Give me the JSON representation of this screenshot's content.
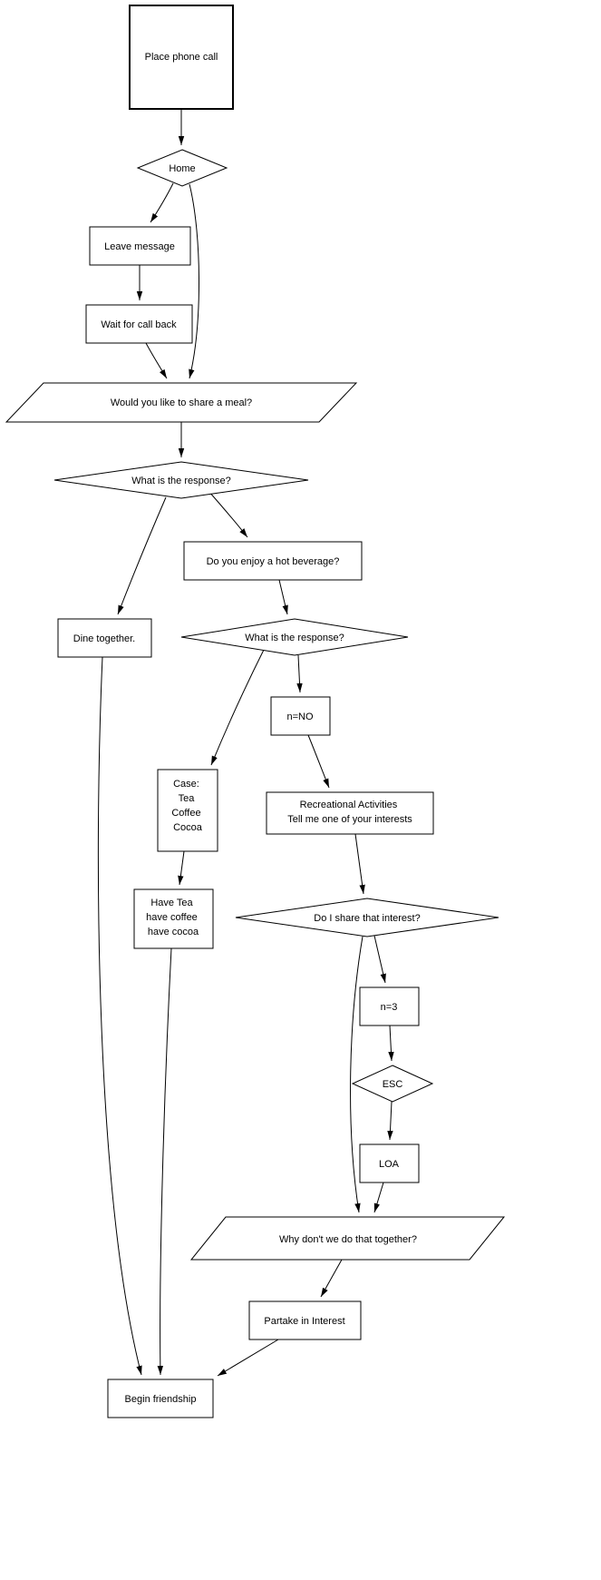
{
  "diagram": {
    "type": "flowchart",
    "background_color": "#ffffff",
    "line_color": "#000000",
    "node_fill": "#ffffff",
    "nodes": {
      "place_phone_call": {
        "label": "Place phone call",
        "shape": "rect",
        "emphasis": "bold-border"
      },
      "home": {
        "label": "Home",
        "shape": "diamond"
      },
      "leave_message": {
        "label": "Leave message",
        "shape": "rect"
      },
      "wait_for_call_back": {
        "label": "Wait for call back",
        "shape": "rect"
      },
      "share_meal": {
        "label": "Would you like to share a meal?",
        "shape": "parallelogram"
      },
      "response_1": {
        "label": "What is the response?",
        "shape": "diamond"
      },
      "hot_beverage": {
        "label": "Do you enjoy a hot beverage?",
        "shape": "rect"
      },
      "dine_together": {
        "label": "Dine together.",
        "shape": "rect"
      },
      "response_2": {
        "label": "What is the response?",
        "shape": "diamond"
      },
      "n_no": {
        "label": "n=NO",
        "shape": "rect"
      },
      "case_beverages": {
        "lines": [
          "Case:",
          "Tea",
          "Coffee",
          "Cocoa"
        ],
        "shape": "rect"
      },
      "recreational": {
        "lines": [
          "Recreational Activities",
          "Tell me one of your interests"
        ],
        "shape": "rect"
      },
      "have_beverage": {
        "lines": [
          "Have Tea",
          "have coffee",
          "have cocoa"
        ],
        "shape": "rect"
      },
      "share_interest": {
        "label": "Do I share that interest?",
        "shape": "diamond"
      },
      "n_3": {
        "label": "n=3",
        "shape": "rect"
      },
      "esc": {
        "label": "ESC",
        "shape": "diamond"
      },
      "loa": {
        "label": "LOA",
        "shape": "rect"
      },
      "why_together": {
        "label": "Why don't we do that together?",
        "shape": "parallelogram"
      },
      "partake": {
        "label": "Partake in Interest",
        "shape": "rect"
      },
      "begin_friendship": {
        "label": "Begin friendship",
        "shape": "rect"
      }
    },
    "edges": [
      {
        "from": "place_phone_call",
        "to": "home"
      },
      {
        "from": "home",
        "to": "leave_message"
      },
      {
        "from": "home",
        "to": "share_meal"
      },
      {
        "from": "leave_message",
        "to": "wait_for_call_back"
      },
      {
        "from": "wait_for_call_back",
        "to": "share_meal"
      },
      {
        "from": "share_meal",
        "to": "response_1"
      },
      {
        "from": "response_1",
        "to": "hot_beverage"
      },
      {
        "from": "response_1",
        "to": "dine_together"
      },
      {
        "from": "hot_beverage",
        "to": "response_2"
      },
      {
        "from": "response_2",
        "to": "n_no"
      },
      {
        "from": "response_2",
        "to": "case_beverages"
      },
      {
        "from": "n_no",
        "to": "recreational"
      },
      {
        "from": "case_beverages",
        "to": "have_beverage"
      },
      {
        "from": "recreational",
        "to": "share_interest"
      },
      {
        "from": "share_interest",
        "to": "n_3"
      },
      {
        "from": "share_interest",
        "to": "why_together"
      },
      {
        "from": "n_3",
        "to": "esc"
      },
      {
        "from": "esc",
        "to": "loa"
      },
      {
        "from": "loa",
        "to": "why_together"
      },
      {
        "from": "why_together",
        "to": "partake"
      },
      {
        "from": "partake",
        "to": "begin_friendship"
      },
      {
        "from": "dine_together",
        "to": "begin_friendship"
      },
      {
        "from": "have_beverage",
        "to": "begin_friendship"
      }
    ]
  }
}
